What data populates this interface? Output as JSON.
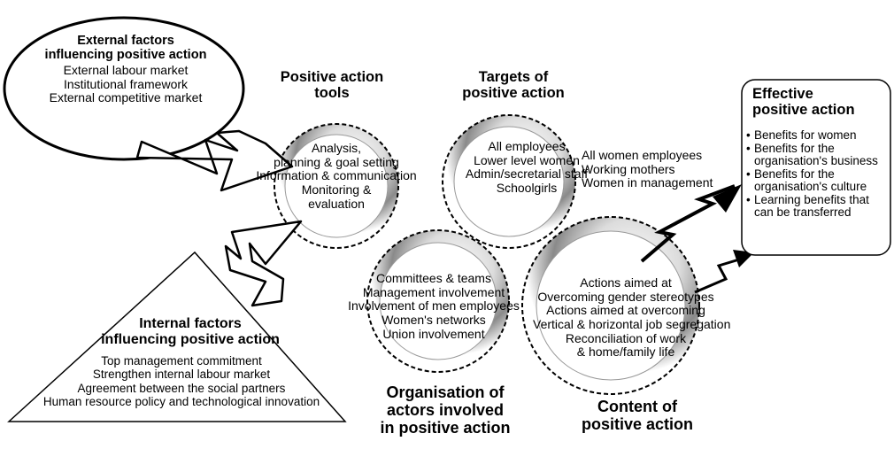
{
  "external": {
    "title_l1": "External factors",
    "title_l2": "influencing positive action",
    "items": [
      "External labour market",
      "Institutional framework",
      "External competitive market"
    ]
  },
  "tools": {
    "title_l1": "Positive action",
    "title_l2": "tools",
    "items": [
      "Analysis,",
      "planning & goal setting",
      "Information & communication",
      "Monitoring &",
      "evaluation"
    ]
  },
  "targets": {
    "title_l1": "Targets of",
    "title_l2": "positive action",
    "items": [
      "All employees",
      "Lower level women",
      "Admin/secretarial staff",
      "Schoolgirls"
    ],
    "items_right": [
      "All women employees",
      "Working mothers",
      "Women in management"
    ]
  },
  "effective": {
    "title_l1": "Effective",
    "title_l2": "positive action",
    "bullets": [
      [
        "Benefits for women"
      ],
      [
        "Benefits for the",
        "organisation's business"
      ],
      [
        "Benefits for the",
        "organisation's culture"
      ],
      [
        "Learning benefits that",
        "can be transferred"
      ]
    ]
  },
  "organisation": {
    "items": [
      "Committees & teams",
      "Management involvement",
      "Involvement of men employees",
      "Women's networks",
      "Union involvement"
    ],
    "title_l1": "Organisation of",
    "title_l2": "actors involved",
    "title_l3": "in positive action"
  },
  "content": {
    "items": [
      "Actions aimed at",
      "Overcoming gender stereotypes",
      "Actions aimed at overcoming",
      "Vertical & horizontal job segregation",
      "Reconciliation of work",
      "& home/family life"
    ],
    "title_l1": "Content of",
    "title_l2": "positive action"
  },
  "internal": {
    "title_l1": "Internal factors",
    "title_l2": "influencing positive action",
    "items": [
      "Top management commitment",
      "Strengthen internal labour market",
      "Agreement between the social partners",
      "Human resource policy and technological innovation"
    ]
  }
}
